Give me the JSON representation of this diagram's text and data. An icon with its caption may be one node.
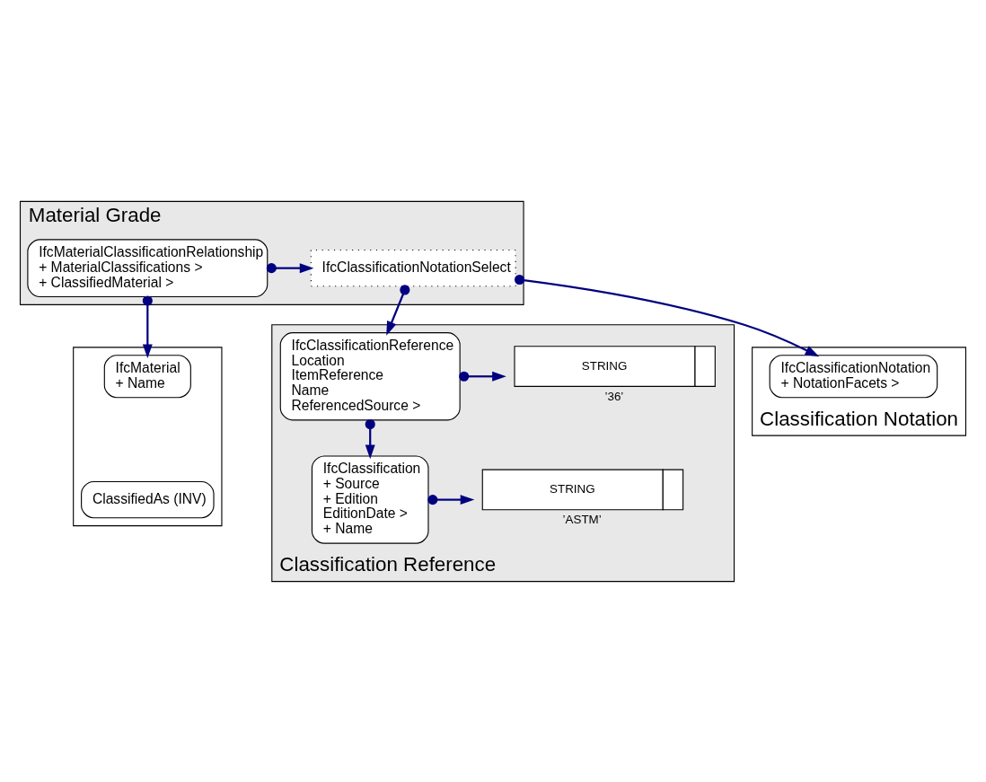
{
  "diagram": {
    "nodes": [
      {
        "text": [
          "Material Grade"
        ]
      },
      {
        "text": [
          "IfcMaterialClassificationRelationship",
          "+ MaterialClassifications >",
          "+ ClassifiedMaterial >"
        ],
        "in": 0
      },
      {
        "text": [
          "IfcClassificationNotationSelect"
        ],
        "in": 0
      },
      {
        "text": [],
        "shape": "box"
      },
      {
        "text": [
          "IfcMaterial",
          "+ Name"
        ],
        "in": 3
      },
      {
        "text": [
          "ClassifiedAs (INV)"
        ],
        "in": 3
      },
      {
        "text": [
          "Classification Reference"
        ]
      },
      {
        "text": [
          "IfcClassificationReference",
          "Location",
          "ItemReference",
          "Name",
          "ReferencedSource >"
        ],
        "in": 6
      },
      {
        "text": [
          "STRING"
        ],
        "beside": [
          "’36’"
        ],
        "in": 6
      },
      {
        "text": [
          "IfcClassification",
          "+ Source",
          "+ Edition",
          "EditionDate >",
          "+ Name"
        ],
        "in": 6
      },
      {
        "text": [
          "STRING"
        ],
        "beside": [
          "’ASTM’"
        ],
        "in": 6
      },
      {
        "text": [
          "Classification Notation"
        ]
      },
      {
        "text": [
          "IfcClassificationNotation",
          "+ NotationFacets >"
        ],
        "in": 11
      }
    ],
    "edges": [
      {
        "from": 1,
        "to": 2,
        "arrow": "to"
      },
      {
        "from": 1,
        "to": 4,
        "arrow": "to"
      },
      {
        "from": 2,
        "to": 7,
        "arrow": "to"
      },
      {
        "from": 2,
        "to": 12,
        "arrow": "to"
      },
      {
        "from": 7,
        "to": 8,
        "arrow": "to"
      },
      {
        "from": 7,
        "to": 9,
        "arrow": "to"
      },
      {
        "from": 9,
        "to": 10,
        "arrow": "to"
      }
    ]
  }
}
